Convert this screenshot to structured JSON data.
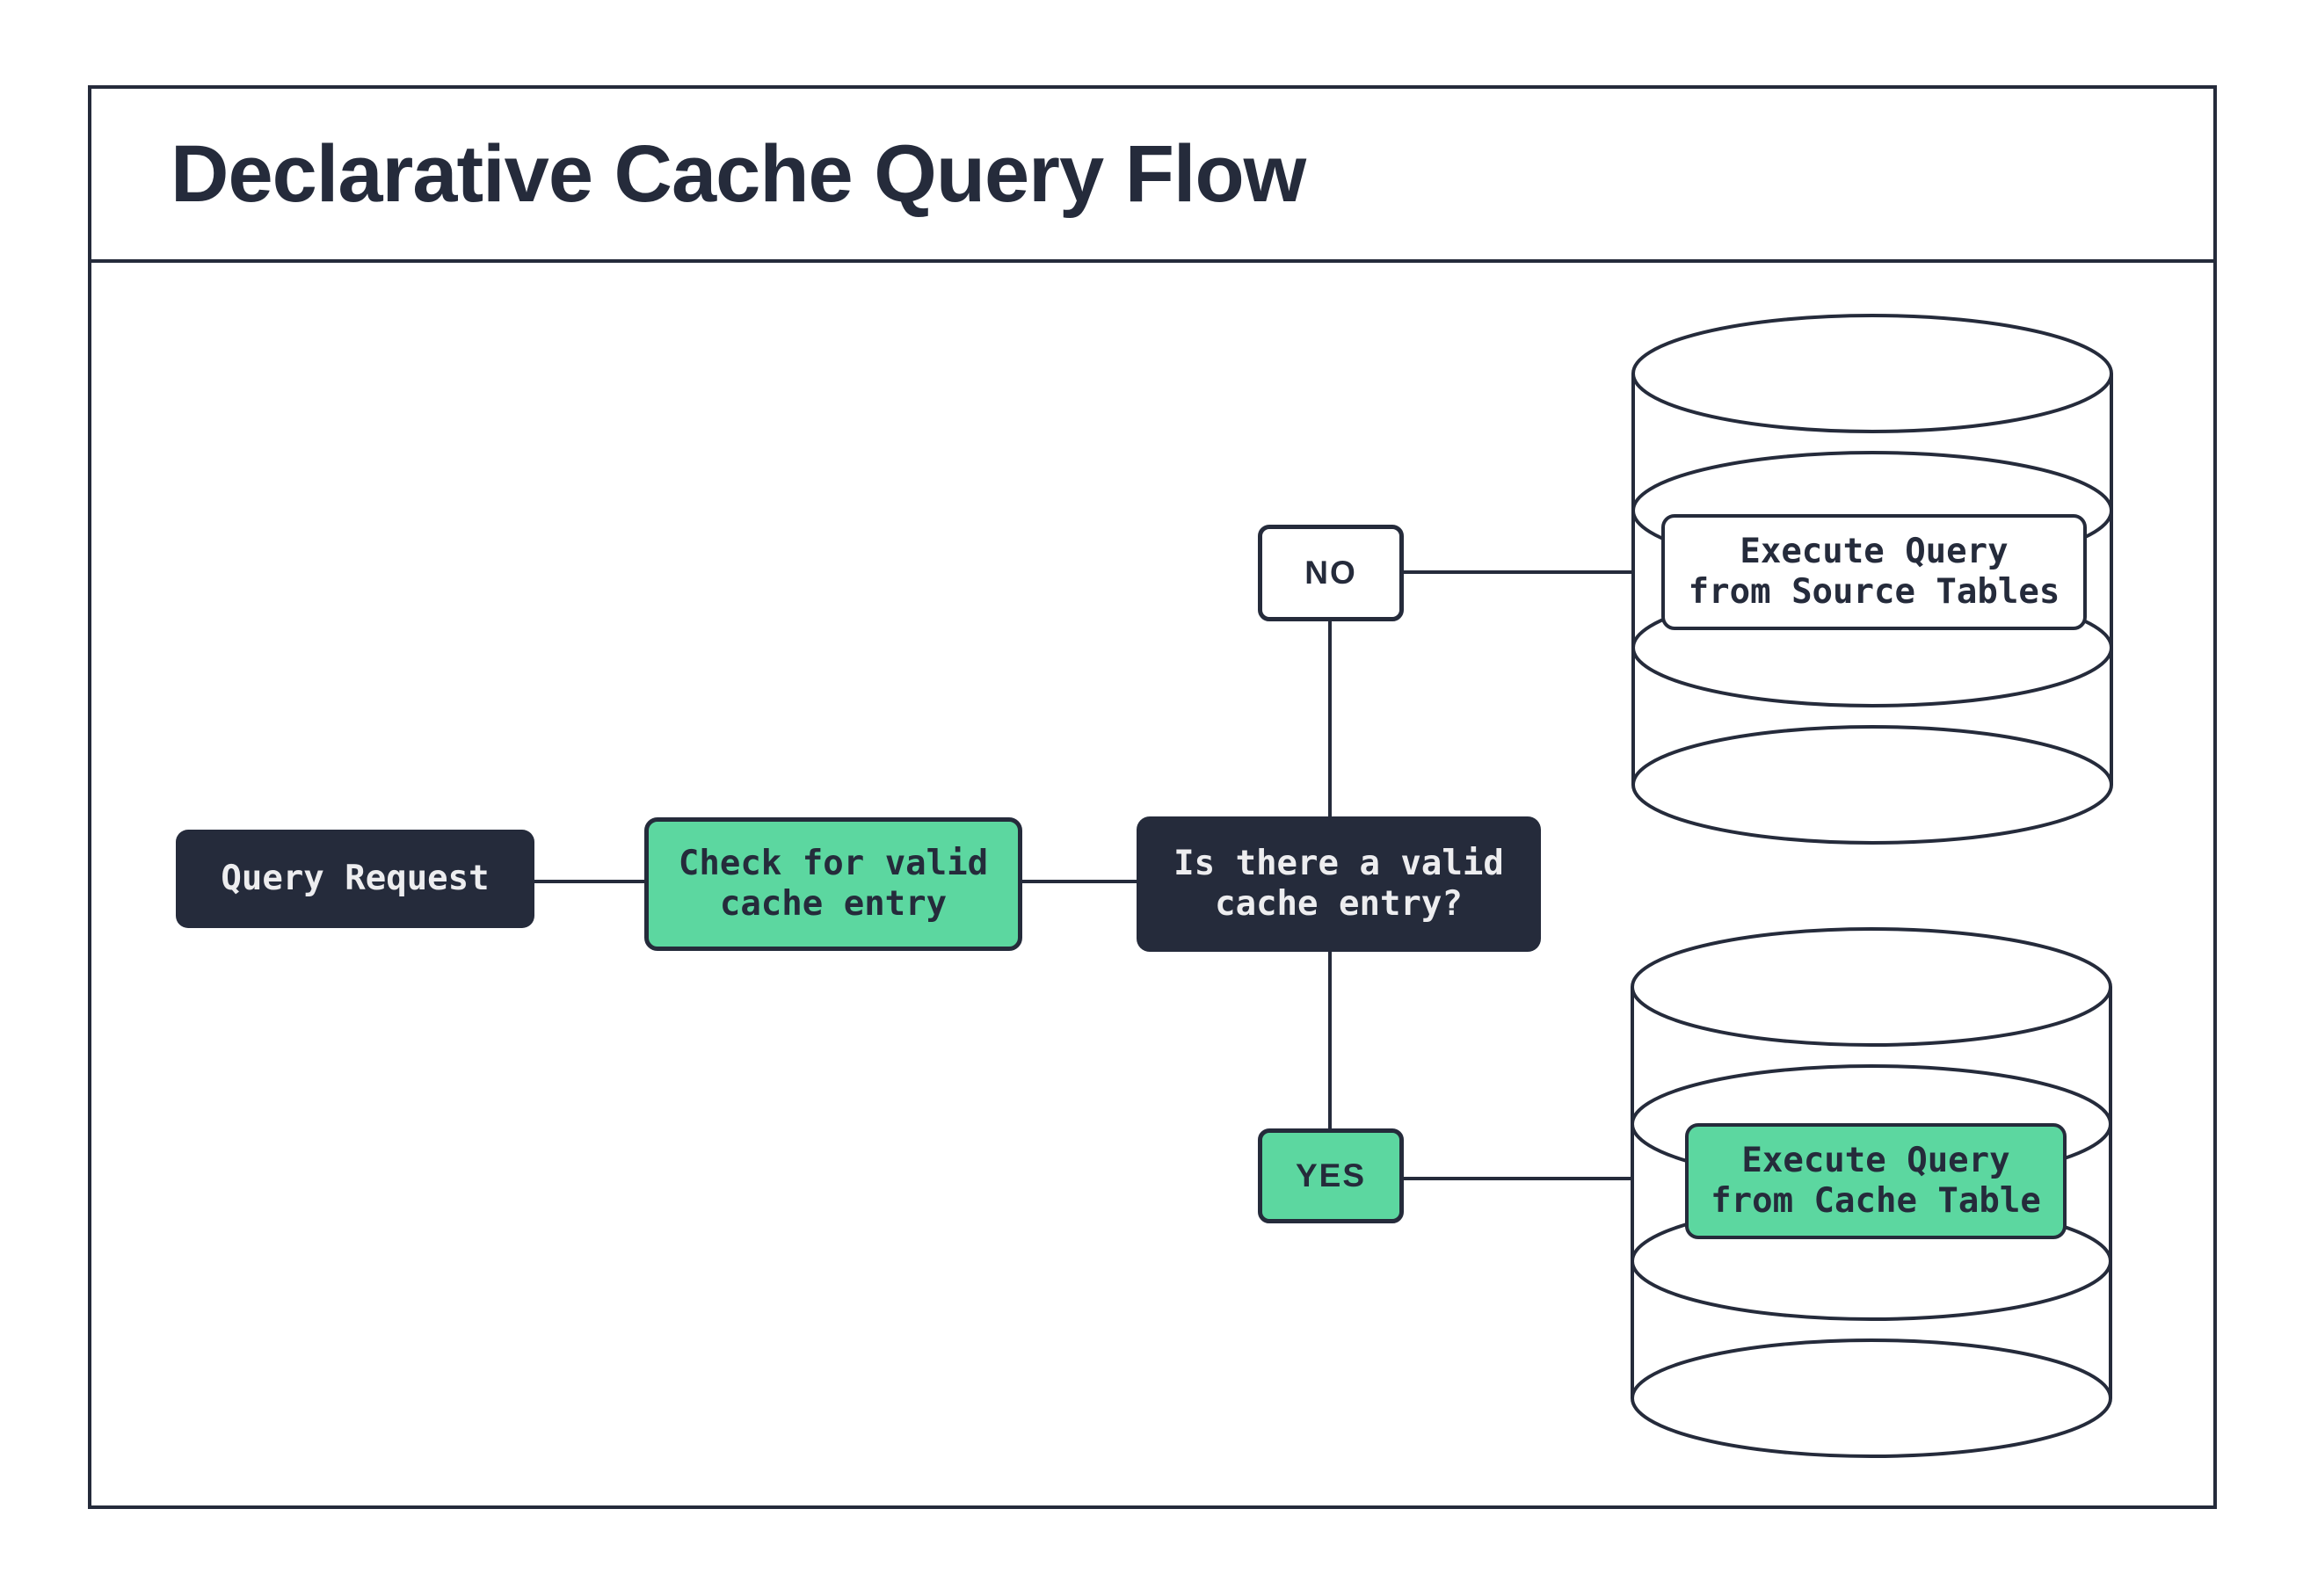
{
  "title": "Declarative Cache Query Flow",
  "colors": {
    "navy": "#252B3B",
    "green": "#5CD7A0",
    "light_text": "#EDEDEF",
    "background": "#FFFFFF"
  },
  "nodes": {
    "query_request": {
      "label": "Query Request"
    },
    "check_cache": {
      "label": "Check for valid\ncache entry"
    },
    "decision": {
      "label": "Is there a valid\ncache entry?"
    },
    "no_branch": {
      "label": "NO"
    },
    "yes_branch": {
      "label": "YES"
    },
    "execute_source": {
      "label": "Execute Query\nfrom Source Tables"
    },
    "execute_cache": {
      "label": "Execute Query\nfrom Cache Table"
    }
  }
}
